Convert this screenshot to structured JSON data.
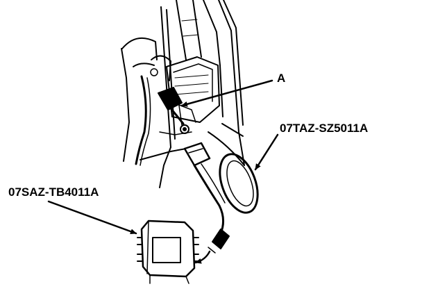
{
  "callouts": {
    "part_a": "A",
    "harness_tool": "07TAZ-SZ5011A",
    "tester_tool": "07SAZ-TB4011A"
  },
  "colors": {
    "ink": "#000000",
    "paper": "#ffffff"
  }
}
